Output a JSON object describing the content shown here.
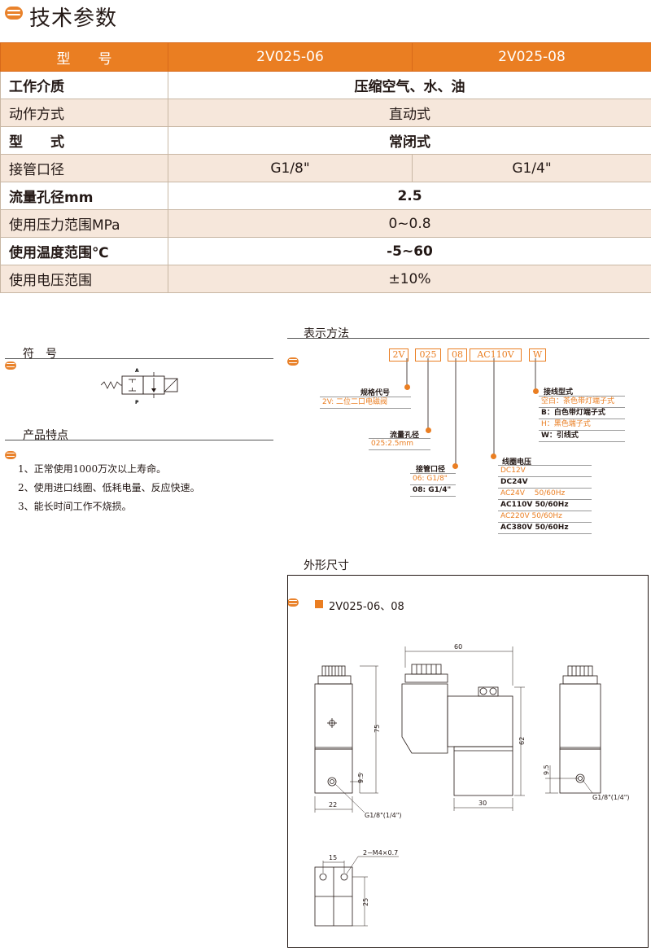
{
  "header": {
    "title": "技术参数"
  },
  "spec_table": {
    "header": {
      "label": "型　　号",
      "col1": "2V025-06",
      "col2": "2V025-08"
    },
    "rows": [
      {
        "label": "工作介质",
        "value": "压缩空气、水、油"
      },
      {
        "label": "动作方式",
        "value": "直动式"
      },
      {
        "label": "型　　式",
        "value": "常闭式"
      },
      {
        "label": "接管口径",
        "col1": "G1/8\"",
        "col2": "G1/4\""
      },
      {
        "label": "流量孔径mm",
        "value": "2.5"
      },
      {
        "label": "使用压力范围MPa",
        "value": "0~0.8"
      },
      {
        "label": "使用温度范围℃",
        "value": "-5~60"
      },
      {
        "label": "使用电压范围",
        "value": "±10%"
      }
    ]
  },
  "symbol_section": {
    "title": "符　号",
    "port_a": "A",
    "port_p": "P"
  },
  "features_section": {
    "title": "产品特点",
    "items": [
      "1、正常使用1000万次以上寿命。",
      "2、使用进口线圈、低耗电量、反应快速。",
      "3、能长时间工作不烧损。"
    ]
  },
  "notation_section": {
    "title": "表示方法",
    "codes": [
      "2V",
      "025",
      "08",
      "AC110V",
      "W"
    ],
    "model_code": {
      "label": "规格代号",
      "options": [
        "2V: 二位二口电磁阀"
      ]
    },
    "orifice": {
      "label": "流量孔径",
      "options": [
        "025:2.5mm"
      ]
    },
    "port_size": {
      "label": "接管口径",
      "options": [
        "06: G1/8\"",
        "08: G1/4\""
      ]
    },
    "coil_voltage": {
      "label": "线圈电压",
      "options": [
        "DC12V",
        "DC24V",
        "AC24V　 50/60Hz",
        "AC110V  50/60Hz",
        "AC220V  50/60Hz",
        "AC380V  50/60Hz"
      ]
    },
    "wiring": {
      "label": "接线型式",
      "options": [
        "空白：茶色带灯端子式",
        "B：白色带灯端子式",
        "H：黑色端子式",
        "W：引线式"
      ]
    }
  },
  "dimensions_section": {
    "title": "外形尺寸",
    "subtitle": "2V025-06、08",
    "labels": {
      "d60": "60",
      "d75": "75",
      "d62": "62",
      "d95a": "9.5",
      "d95b": "9.5",
      "d22": "22",
      "d30": "30",
      "port1": "G1/8\"(1/4\")",
      "port2": "G1/8\"(1/4\")",
      "d15": "15",
      "d25": "25",
      "screw": "2−M4×0.7"
    }
  },
  "colors": {
    "accent": "#ea7e22",
    "band": "#f6e7db"
  }
}
